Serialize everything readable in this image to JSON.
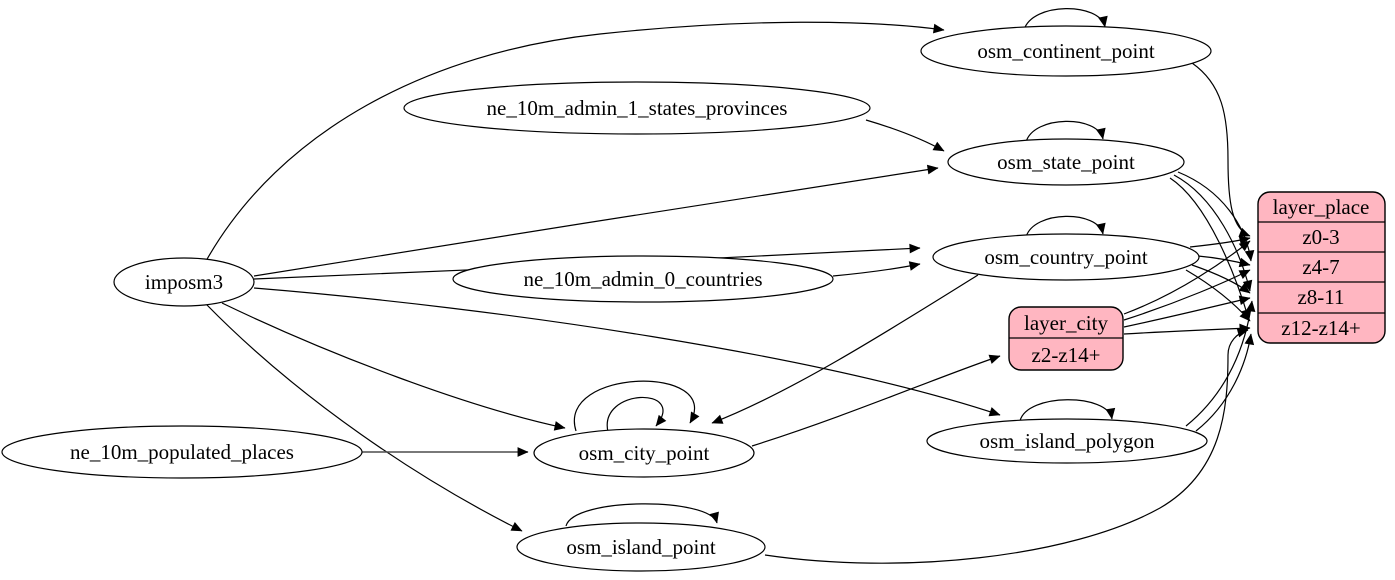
{
  "diagram": {
    "type": "graphviz-etl-flow",
    "background": "#ffffff",
    "colors": {
      "record_fill": "#ffb6c1",
      "node_fill": "#ffffff",
      "stroke": "#000000"
    },
    "nodes": {
      "imposm3": {
        "label": "imposm3",
        "shape": "ellipse"
      },
      "ne_10m_admin_1_states_provinces": {
        "label": "ne_10m_admin_1_states_provinces",
        "shape": "ellipse"
      },
      "ne_10m_admin_0_countries": {
        "label": "ne_10m_admin_0_countries",
        "shape": "ellipse"
      },
      "ne_10m_populated_places": {
        "label": "ne_10m_populated_places",
        "shape": "ellipse"
      },
      "osm_continent_point": {
        "label": "osm_continent_point",
        "shape": "ellipse"
      },
      "osm_state_point": {
        "label": "osm_state_point",
        "shape": "ellipse"
      },
      "osm_country_point": {
        "label": "osm_country_point",
        "shape": "ellipse"
      },
      "osm_city_point": {
        "label": "osm_city_point",
        "shape": "ellipse"
      },
      "osm_island_polygon": {
        "label": "osm_island_polygon",
        "shape": "ellipse"
      },
      "osm_island_point": {
        "label": "osm_island_point",
        "shape": "ellipse"
      },
      "layer_place": {
        "header": "layer_place",
        "rows": [
          "z0-3",
          "z4-7",
          "z8-11",
          "z12-z14+"
        ],
        "shape": "record"
      },
      "layer_city": {
        "header": "layer_city",
        "rows": [
          "z2-z14+"
        ],
        "shape": "record"
      }
    },
    "edges": [
      {
        "from": "imposm3",
        "to": "osm_continent_point"
      },
      {
        "from": "imposm3",
        "to": "osm_state_point"
      },
      {
        "from": "imposm3",
        "to": "osm_country_point"
      },
      {
        "from": "imposm3",
        "to": "osm_city_point"
      },
      {
        "from": "imposm3",
        "to": "osm_island_point"
      },
      {
        "from": "imposm3",
        "to": "osm_island_polygon"
      },
      {
        "from": "ne_10m_admin_1_states_provinces",
        "to": "osm_state_point"
      },
      {
        "from": "ne_10m_admin_0_countries",
        "to": "osm_country_point"
      },
      {
        "from": "ne_10m_populated_places",
        "to": "osm_city_point"
      },
      {
        "from": "osm_continent_point",
        "to": "osm_continent_point"
      },
      {
        "from": "osm_state_point",
        "to": "osm_state_point"
      },
      {
        "from": "osm_country_point",
        "to": "osm_country_point"
      },
      {
        "from": "osm_city_point",
        "to": "osm_city_point"
      },
      {
        "from": "osm_city_point",
        "to": "osm_city_point"
      },
      {
        "from": "osm_island_point",
        "to": "osm_island_point"
      },
      {
        "from": "osm_island_polygon",
        "to": "osm_island_polygon"
      },
      {
        "from": "osm_country_point",
        "to": "osm_city_point"
      },
      {
        "from": "osm_city_point",
        "to": "layer_city:z2-z14+"
      },
      {
        "from": "osm_continent_point",
        "to": "layer_place:z0-3"
      },
      {
        "from": "osm_state_point",
        "to": "layer_place:z4-7"
      },
      {
        "from": "osm_state_point",
        "to": "layer_place:z8-11"
      },
      {
        "from": "osm_state_point",
        "to": "layer_place:z12-z14+"
      },
      {
        "from": "osm_country_point",
        "to": "layer_place:z0-3"
      },
      {
        "from": "osm_country_point",
        "to": "layer_place:z4-7"
      },
      {
        "from": "osm_country_point",
        "to": "layer_place:z8-11"
      },
      {
        "from": "osm_country_point",
        "to": "layer_place:z12-z14+"
      },
      {
        "from": "layer_city",
        "to": "layer_place:z0-3"
      },
      {
        "from": "layer_city",
        "to": "layer_place:z4-7"
      },
      {
        "from": "layer_city",
        "to": "layer_place:z8-11"
      },
      {
        "from": "layer_city",
        "to": "layer_place:z12-z14+"
      },
      {
        "from": "osm_island_polygon",
        "to": "layer_place:z8-11"
      },
      {
        "from": "osm_island_polygon",
        "to": "layer_place:z12-z14+"
      },
      {
        "from": "osm_island_point",
        "to": "layer_place:z12-z14+"
      }
    ]
  }
}
